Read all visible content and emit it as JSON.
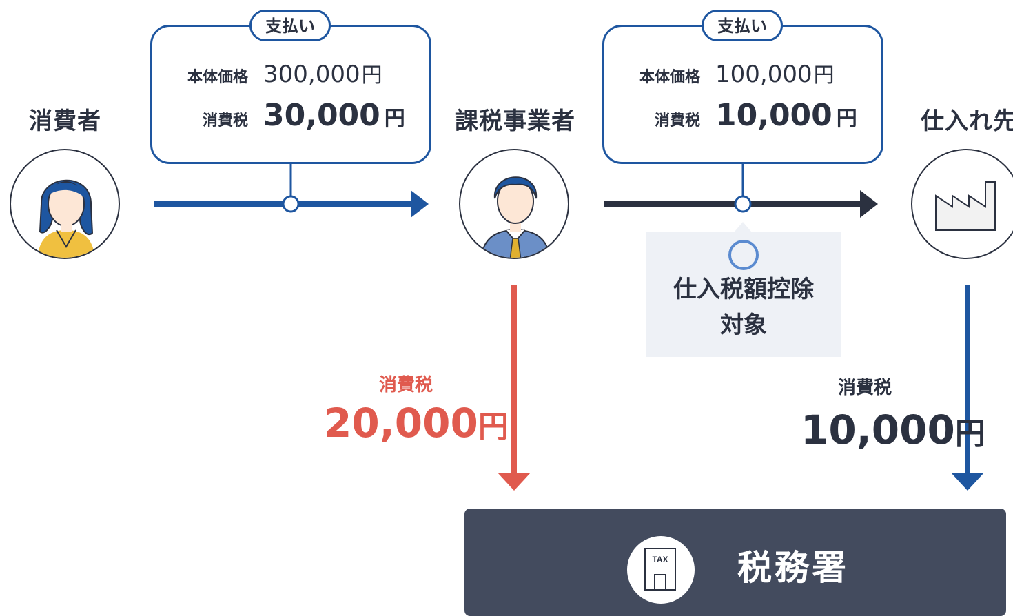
{
  "actors": {
    "consumer": "消費者",
    "business": "課税事業者",
    "supplier": "仕入れ先"
  },
  "payments": [
    {
      "tag": "支払い",
      "price_label": "本体価格",
      "price_value": "300,000",
      "tax_label": "消費税",
      "tax_value": "30,000",
      "currency": "円"
    },
    {
      "tag": "支払い",
      "price_label": "本体価格",
      "price_value": "100,000",
      "tax_label": "消費税",
      "tax_value": "10,000",
      "currency": "円"
    }
  ],
  "deduction": {
    "line1": "仕入税額控除",
    "line2": "対象"
  },
  "remittances": {
    "business": {
      "label": "消費税",
      "amount": "20,000",
      "currency": "円"
    },
    "supplier": {
      "label": "消費税",
      "amount": "10,000",
      "currency": "円"
    }
  },
  "tax_office": {
    "name": "税務署",
    "icon_text": "TAX"
  },
  "colors": {
    "blue": "#1e56a0",
    "navy": "#2b3140",
    "red": "#e05a4e",
    "office_bg": "#434b5e",
    "deduction_bg": "#eef1f6"
  }
}
